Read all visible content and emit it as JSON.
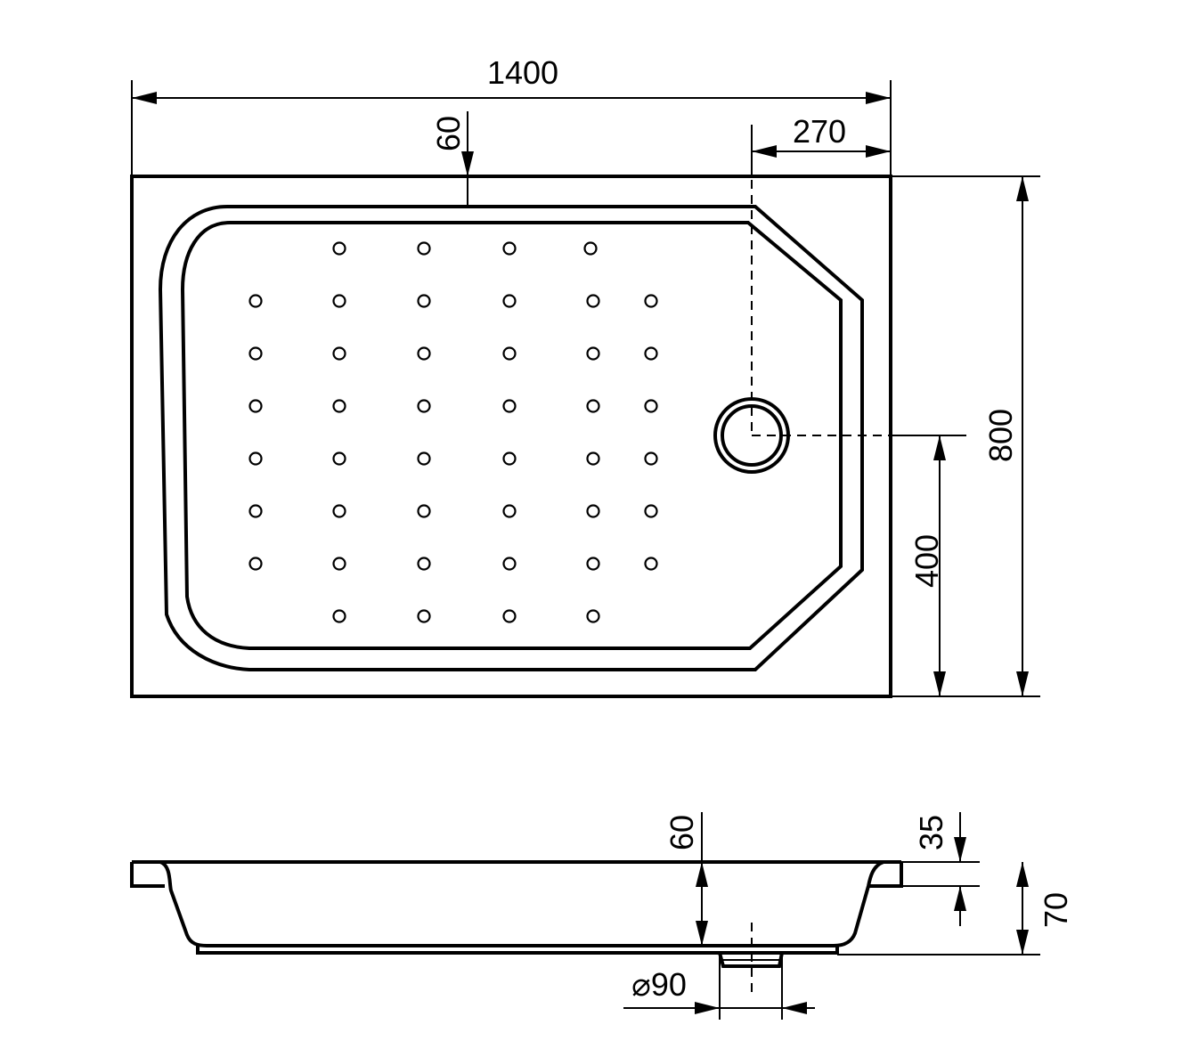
{
  "dimensions": {
    "total_length": "1400",
    "rim_offset_top": "60",
    "drain_offset_right": "270",
    "total_width": "800",
    "drain_offset_bottom": "400",
    "side_depth": "60",
    "rim_height": "35",
    "total_height": "70",
    "drain_diameter": "⌀90"
  },
  "holes": {
    "rows": [
      {
        "cols": [
          2,
          3,
          4,
          5
        ]
      },
      {
        "cols": [
          1,
          2,
          3,
          4,
          5,
          6
        ]
      },
      {
        "cols": [
          1,
          2,
          3,
          4,
          5,
          6
        ]
      },
      {
        "cols": [
          1,
          2,
          3,
          4,
          5,
          6
        ]
      },
      {
        "cols": [
          1,
          2,
          3,
          4,
          5,
          6
        ]
      },
      {
        "cols": [
          1,
          2,
          3,
          4,
          5,
          6
        ]
      },
      {
        "cols": [
          1,
          2,
          3,
          4,
          5,
          6
        ]
      },
      {
        "cols": [
          2,
          3,
          4,
          5
        ]
      }
    ]
  }
}
